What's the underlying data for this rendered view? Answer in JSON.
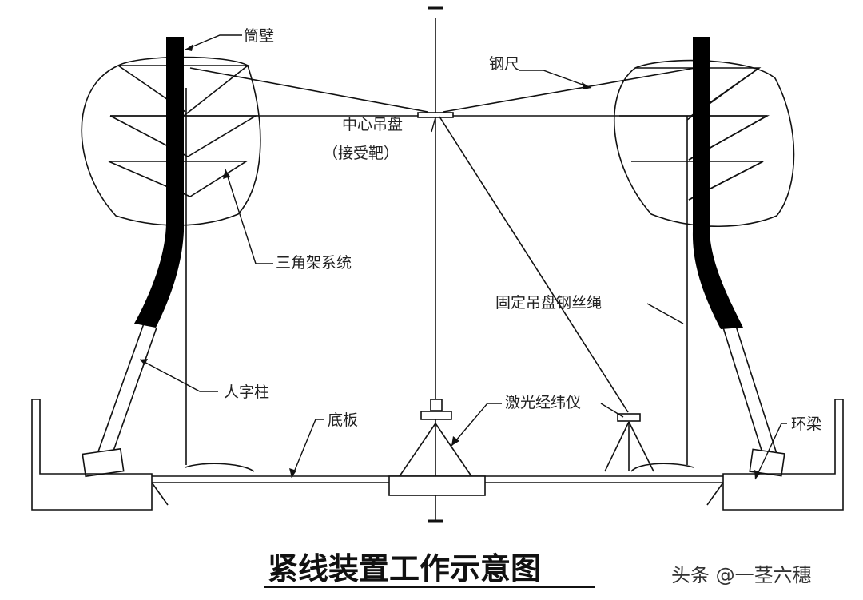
{
  "labels": {
    "wall": "筒壁",
    "steel_ruler": "钢尺",
    "center_plate_line1": "中心吊盘",
    "center_plate_line2": "（接受靶）",
    "triangle_frame": "三角架系统",
    "fixed_rope": "固定吊盘钢丝绳",
    "herringbone_column": "人字柱",
    "base_plate": "底板",
    "laser_theodolite": "激光经纬仪",
    "ring_beam": "环梁"
  },
  "title": "紧线装置工作示意图",
  "watermark": "头条 @一茎六穗",
  "colors": {
    "line": "#111111",
    "wall": "#000000",
    "background": "#ffffff"
  }
}
